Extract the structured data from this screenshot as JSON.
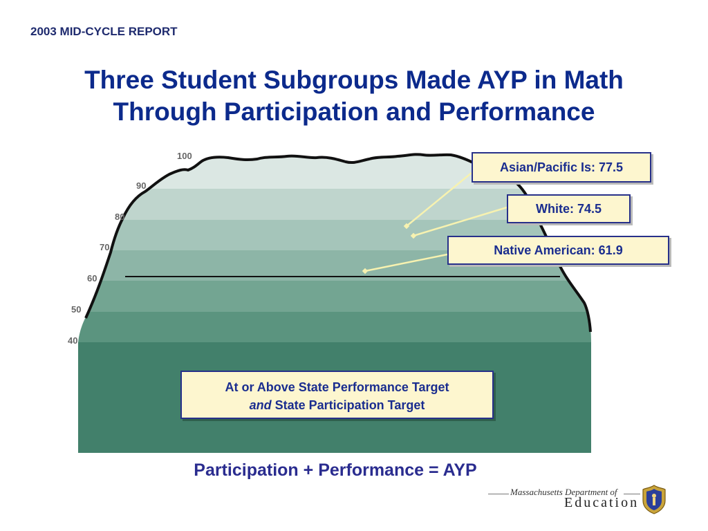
{
  "header": {
    "report_label": "2003 MID-CYCLE REPORT",
    "title_line1": "Three Student Subgroups Made AYP in Math",
    "title_line2": "Through Participation and Performance"
  },
  "scale": {
    "ticks": [
      "100",
      "90",
      "80",
      "70",
      "60",
      "50",
      "40"
    ],
    "target_line_value": 60
  },
  "callouts": {
    "asian": "Asian/Pacific Is: 77.5",
    "white": "White: 74.5",
    "native": "Native American: 61.9"
  },
  "target_box": {
    "line1": "At or Above State Performance Target",
    "line2_emph": "and",
    "line2_rest": " State Participation Target"
  },
  "formula": "Participation + Performance = AYP",
  "logo": {
    "line1": "Massachusetts Department of",
    "line2": "Education"
  },
  "colors": {
    "title": "#0c2a8c",
    "callout_fill": "#fdf6cf",
    "callout_border": "#27308a",
    "band_top": "#dbe7e3",
    "band_bottom": "#42806b"
  }
}
